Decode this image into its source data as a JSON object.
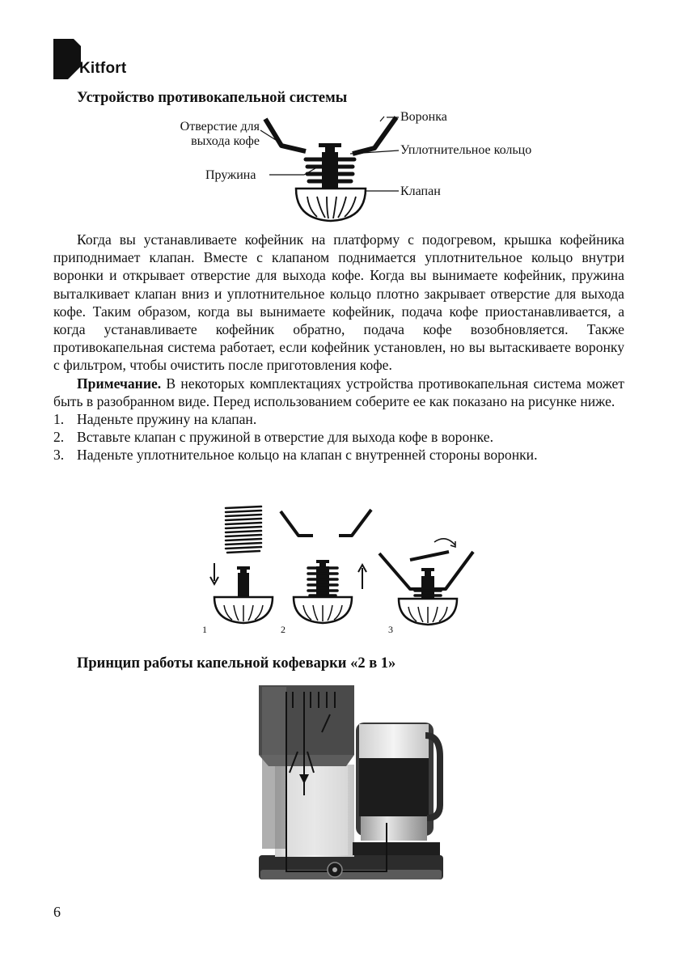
{
  "brand": {
    "name": "Kitfort"
  },
  "section1": {
    "title": "Устройство противокапельной системы",
    "labels": {
      "outlet": [
        "Отверстие для",
        "выхода кофе"
      ],
      "spring": "Пружина",
      "funnel": "Воронка",
      "ring": "Уплотнительное кольцо",
      "valve": "Клапан"
    }
  },
  "body": {
    "paragraph1": "Когда вы устанавливаете кофейник на платформу с подогревом, крышка кофейника приподнимает клапан. Вместе с клапаном поднимается уплотнительное кольцо внутри воронки и открывает отверстие для выхода кофе. Когда вы вынимаете кофейник, пружина выталкивает клапан вниз и уплотнительное кольцо плотно закрывает отверстие для выхода кофе. Таким образом, когда вы вынимаете кофейник, подача кофе приостанавливается, а когда устанавливаете кофейник обратно, подача кофе возобновляется. Также противокапельная система работает, если кофейник установлен, но вы вытаскиваете воронку с фильтром, чтобы очистить после приготовления кофе.",
    "note_label": "Примечание.",
    "note_text": " В некоторых комплектациях устройства противокапельная система может быть в разобранном виде. Перед использованием соберите ее как показано на рисунке ниже.",
    "steps": [
      {
        "num": "1.",
        "text": "Наденьте пружину на клапан."
      },
      {
        "num": "2.",
        "text": "Вставьте клапан с пружиной в отверстие для выхода кофе в воронке."
      },
      {
        "num": "3.",
        "text": "Наденьте уплотнительное кольцо на клапан с внутренней стороны воронки."
      }
    ]
  },
  "assembly_figure": {
    "labels": [
      "1",
      "2",
      "3"
    ]
  },
  "section2": {
    "title": "Принцип работы капельной кофеварки «2 в 1»"
  },
  "page_number": "6"
}
